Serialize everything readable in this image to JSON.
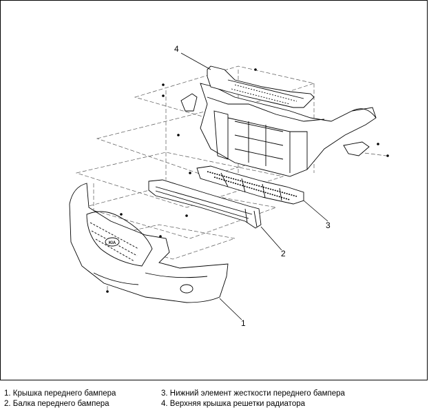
{
  "callouts": [
    "4",
    "3",
    "2",
    "1"
  ],
  "legend": [
    "1. Крышка переднего бампера",
    "2. Балка переднего бампера",
    "3. Нижний элемент жесткости переднего бампера",
    "4. Верхняя крышка решетки радиатора"
  ],
  "colors": {
    "line": "#000000",
    "dash": "#555555",
    "background": "#ffffff"
  }
}
